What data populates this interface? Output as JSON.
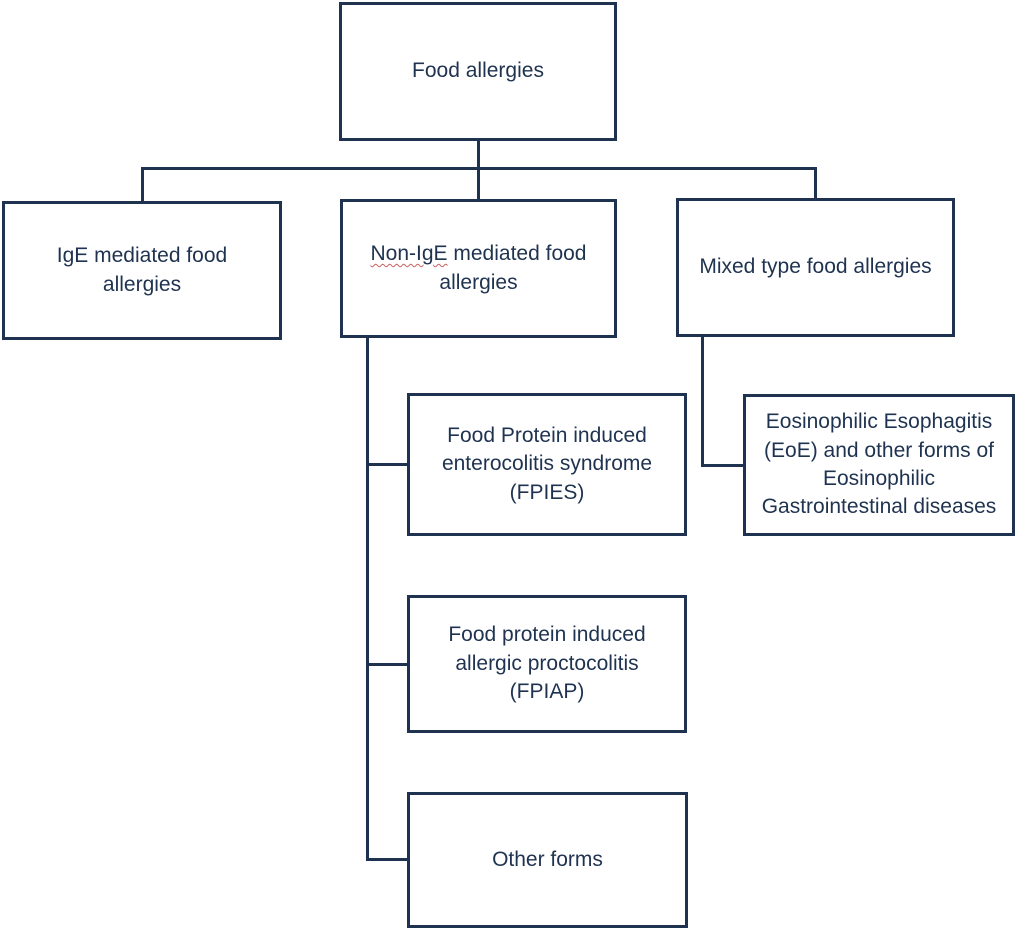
{
  "colors": {
    "stroke": "#1f3350",
    "text": "#1f3350",
    "background": "#ffffff",
    "squiggle": "#c86060"
  },
  "nodes": {
    "food_allergies": {
      "label": "Food allergies"
    },
    "ige": {
      "label": "IgE mediated food allergies"
    },
    "non_ige": {
      "label_part1": "Non-IgE",
      "label_part2": " mediated food allergies"
    },
    "mixed": {
      "label": "Mixed type food allergies"
    },
    "fpies": {
      "label": "Food Protein induced enterocolitis syndrome (FPIES)"
    },
    "eoe": {
      "label": "Eosinophilic Esophagitis (EoE) and other forms of Eosinophilic Gastrointestinal diseases"
    },
    "fpiap": {
      "label": "Food protein induced allergic proctocolitis (FPIAP)"
    },
    "other_forms": {
      "label": "Other forms"
    }
  }
}
